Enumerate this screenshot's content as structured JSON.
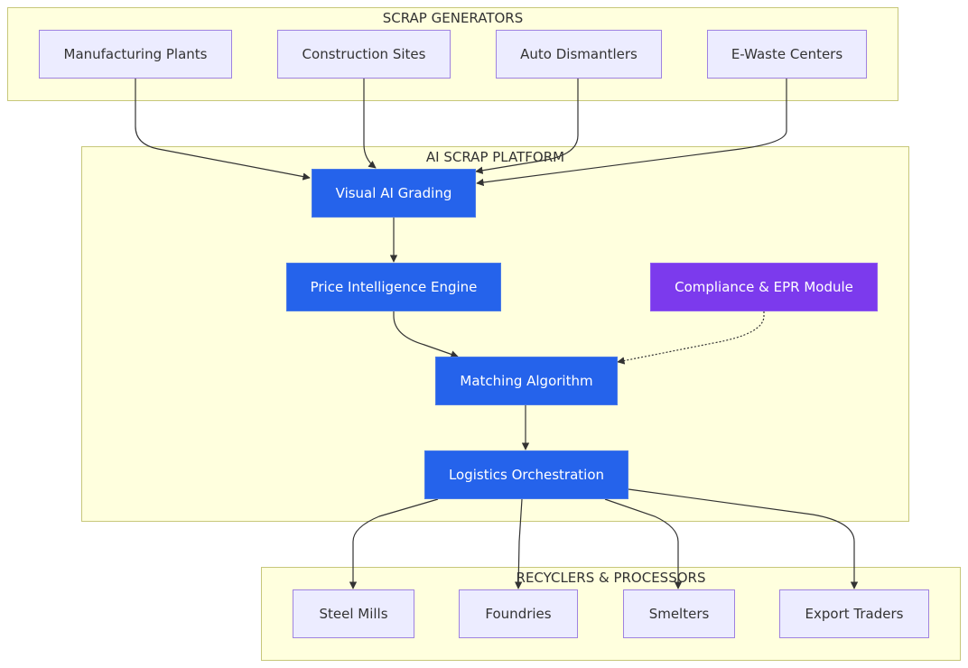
{
  "clusters": {
    "generators": {
      "title": "SCRAP GENERATORS"
    },
    "platform": {
      "title": "AI SCRAP PLATFORM"
    },
    "recyclers": {
      "title": "RECYCLERS & PROCESSORS"
    }
  },
  "nodes": {
    "manufacturing": "Manufacturing Plants",
    "construction": "Construction Sites",
    "auto": "Auto Dismantlers",
    "ewaste": "E-Waste Centers",
    "visual_ai": "Visual AI Grading",
    "price": "Price Intelligence Engine",
    "compliance": "Compliance & EPR Module",
    "matching": "Matching Algorithm",
    "logistics": "Logistics Orchestration",
    "steel": "Steel Mills",
    "foundries": "Foundries",
    "smelters": "Smelters",
    "export": "Export Traders"
  },
  "colors": {
    "cluster_fill": "#ffffde",
    "cluster_border": "#c7c77a",
    "node_light": "#ececff",
    "node_blue": "#2563eb",
    "node_purple": "#7c3aed",
    "edge": "#333333"
  }
}
